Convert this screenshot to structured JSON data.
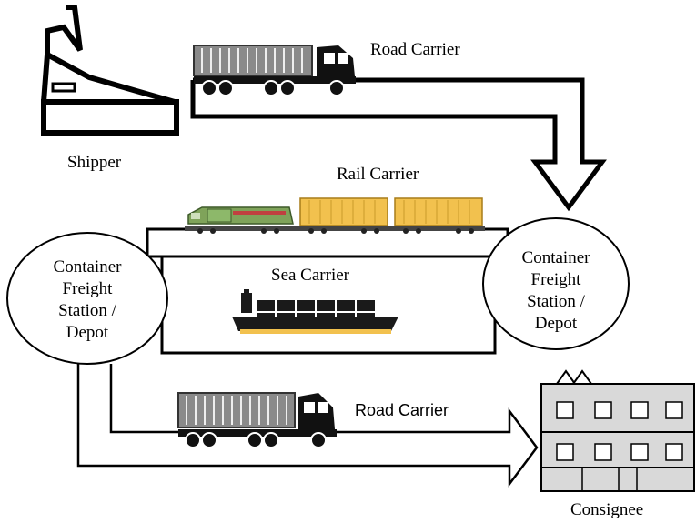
{
  "labels": {
    "road_carrier_top": "Road Carrier",
    "shipper": "Shipper",
    "rail_carrier": "Rail Carrier",
    "sea_carrier": "Sea Carrier",
    "road_carrier_bottom": "Road Carrier",
    "consignee": "Consignee"
  },
  "stations": {
    "left": [
      "Container",
      "Freight",
      "Station /",
      "Depot"
    ],
    "right": [
      "Container",
      "Freight",
      "Station /",
      "Depot"
    ]
  },
  "colors": {
    "line": "#000000",
    "truck_container": "#8a8a8a",
    "rail_container": "#f2c14e",
    "locomotive": "#7fa35a",
    "ship_hull": "#1a1a1a",
    "ship_waterline": "#f2c14e",
    "building": "#d9d9d9"
  }
}
